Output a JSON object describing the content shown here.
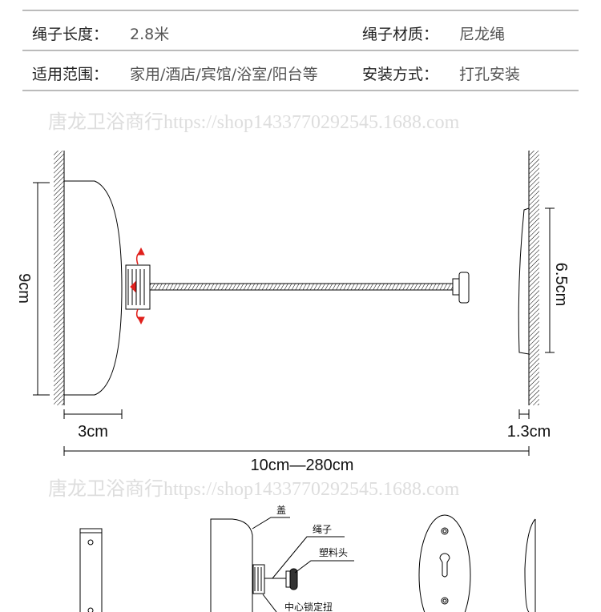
{
  "specs": [
    {
      "label": "绳子长度：",
      "value": "2.8米",
      "label2": "绳子材质：",
      "value2": "尼龙绳"
    },
    {
      "label": "适用范围：",
      "value": "家用/酒店/宾馆/浴室/阳台等",
      "label2": "安装方式：",
      "value2": "打孔安装"
    }
  ],
  "dimensions": {
    "height_left": "9cm",
    "height_right": "6.5cm",
    "depth_left": "3cm",
    "depth_right": "1.3cm",
    "span": "10cm—280cm"
  },
  "parts": {
    "cover": "盖",
    "rope": "绳子",
    "plastic_head": "塑料头",
    "center_lock": "中心锁定扭"
  },
  "watermark": "唐龙卫浴商行https://shop1433770292545.1688.com",
  "colors": {
    "rotation_arrow": "#e0201c",
    "divider": "#777777"
  }
}
